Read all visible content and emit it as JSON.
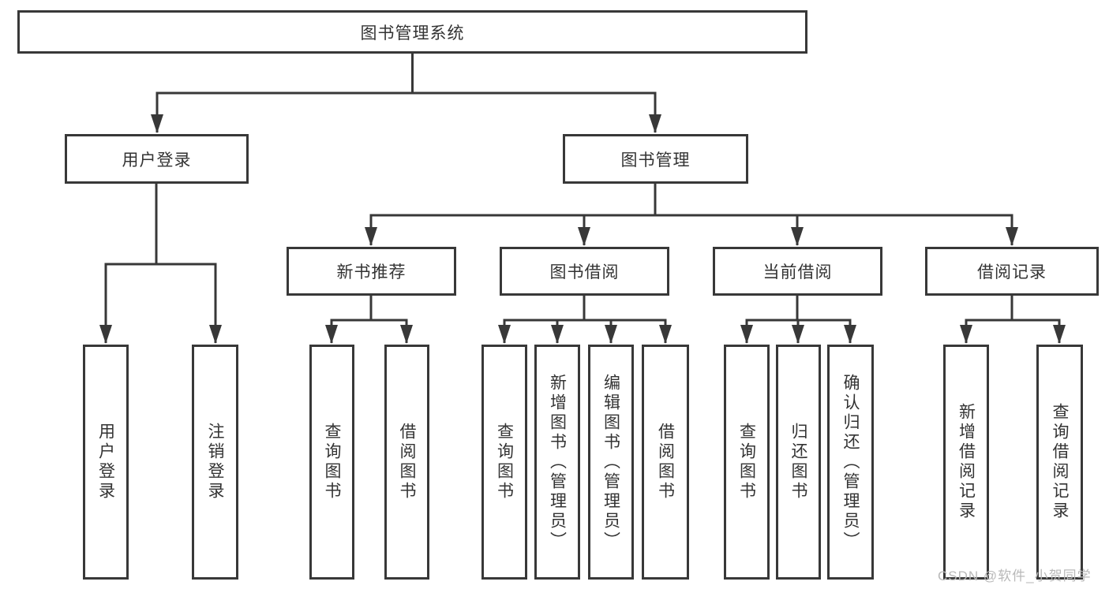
{
  "colors": {
    "line": "#383838",
    "text": "#333333",
    "box_background": "#ffffff",
    "watermark": "#b9b9b9"
  },
  "watermark": "CSDN @软件_小贺同学",
  "tree": {
    "root": {
      "label": "图书管理系统"
    },
    "children": [
      {
        "label": "用户登录",
        "children": [
          {
            "label": "用户登录"
          },
          {
            "label": "注销登录"
          }
        ]
      },
      {
        "label": "图书管理",
        "children": [
          {
            "label": "新书推荐",
            "children": [
              {
                "label": "查询图书"
              },
              {
                "label": "借阅图书"
              }
            ]
          },
          {
            "label": "图书借阅",
            "children": [
              {
                "label": "查询图书"
              },
              {
                "label": "新增图书（管理员）"
              },
              {
                "label": "编辑图书（管理员）"
              },
              {
                "label": "借阅图书"
              }
            ]
          },
          {
            "label": "当前借阅",
            "children": [
              {
                "label": "查询图书"
              },
              {
                "label": "归还图书"
              },
              {
                "label": "确认归还（管理员）"
              }
            ]
          },
          {
            "label": "借阅记录",
            "children": [
              {
                "label": "新增借阅记录"
              },
              {
                "label": "查询借阅记录"
              }
            ]
          }
        ]
      }
    ]
  }
}
